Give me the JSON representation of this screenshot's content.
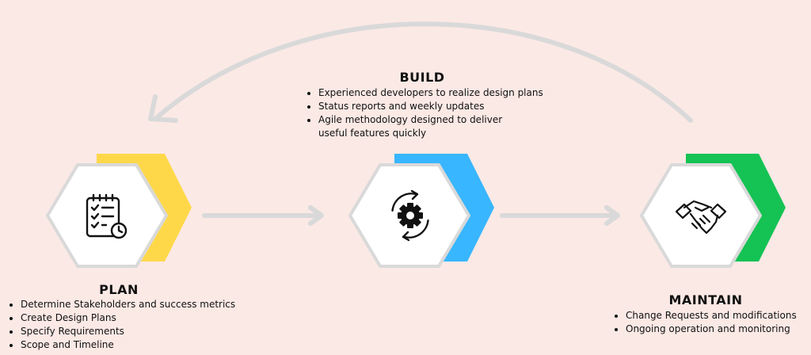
{
  "colors": {
    "background": "#fbe9e5",
    "plan_accent": "#ffd84a",
    "build_accent": "#38b6ff",
    "maintain_accent": "#14c353",
    "arrow": "#d9d9d9",
    "hex_fill": "#ffffff",
    "hex_border": "#d9d9d9"
  },
  "stages": {
    "plan": {
      "title": "PLAN",
      "icon": "checklist-clock-icon",
      "bullets": [
        "Determine Stakeholders and success metrics",
        "Create Design Plans",
        "Specify Requirements",
        "Scope and Timeline"
      ]
    },
    "build": {
      "title": "BUILD",
      "icon": "gear-cycle-icon",
      "bullets": [
        "Experienced developers to realize design plans",
        "Status reports and weekly updates",
        "Agile methodology designed to deliver useful features quickly"
      ]
    },
    "maintain": {
      "title": "MAINTAIN",
      "icon": "handshake-icon",
      "bullets": [
        "Change Requests and modifications",
        "Ongoing operation and monitoring"
      ]
    }
  }
}
